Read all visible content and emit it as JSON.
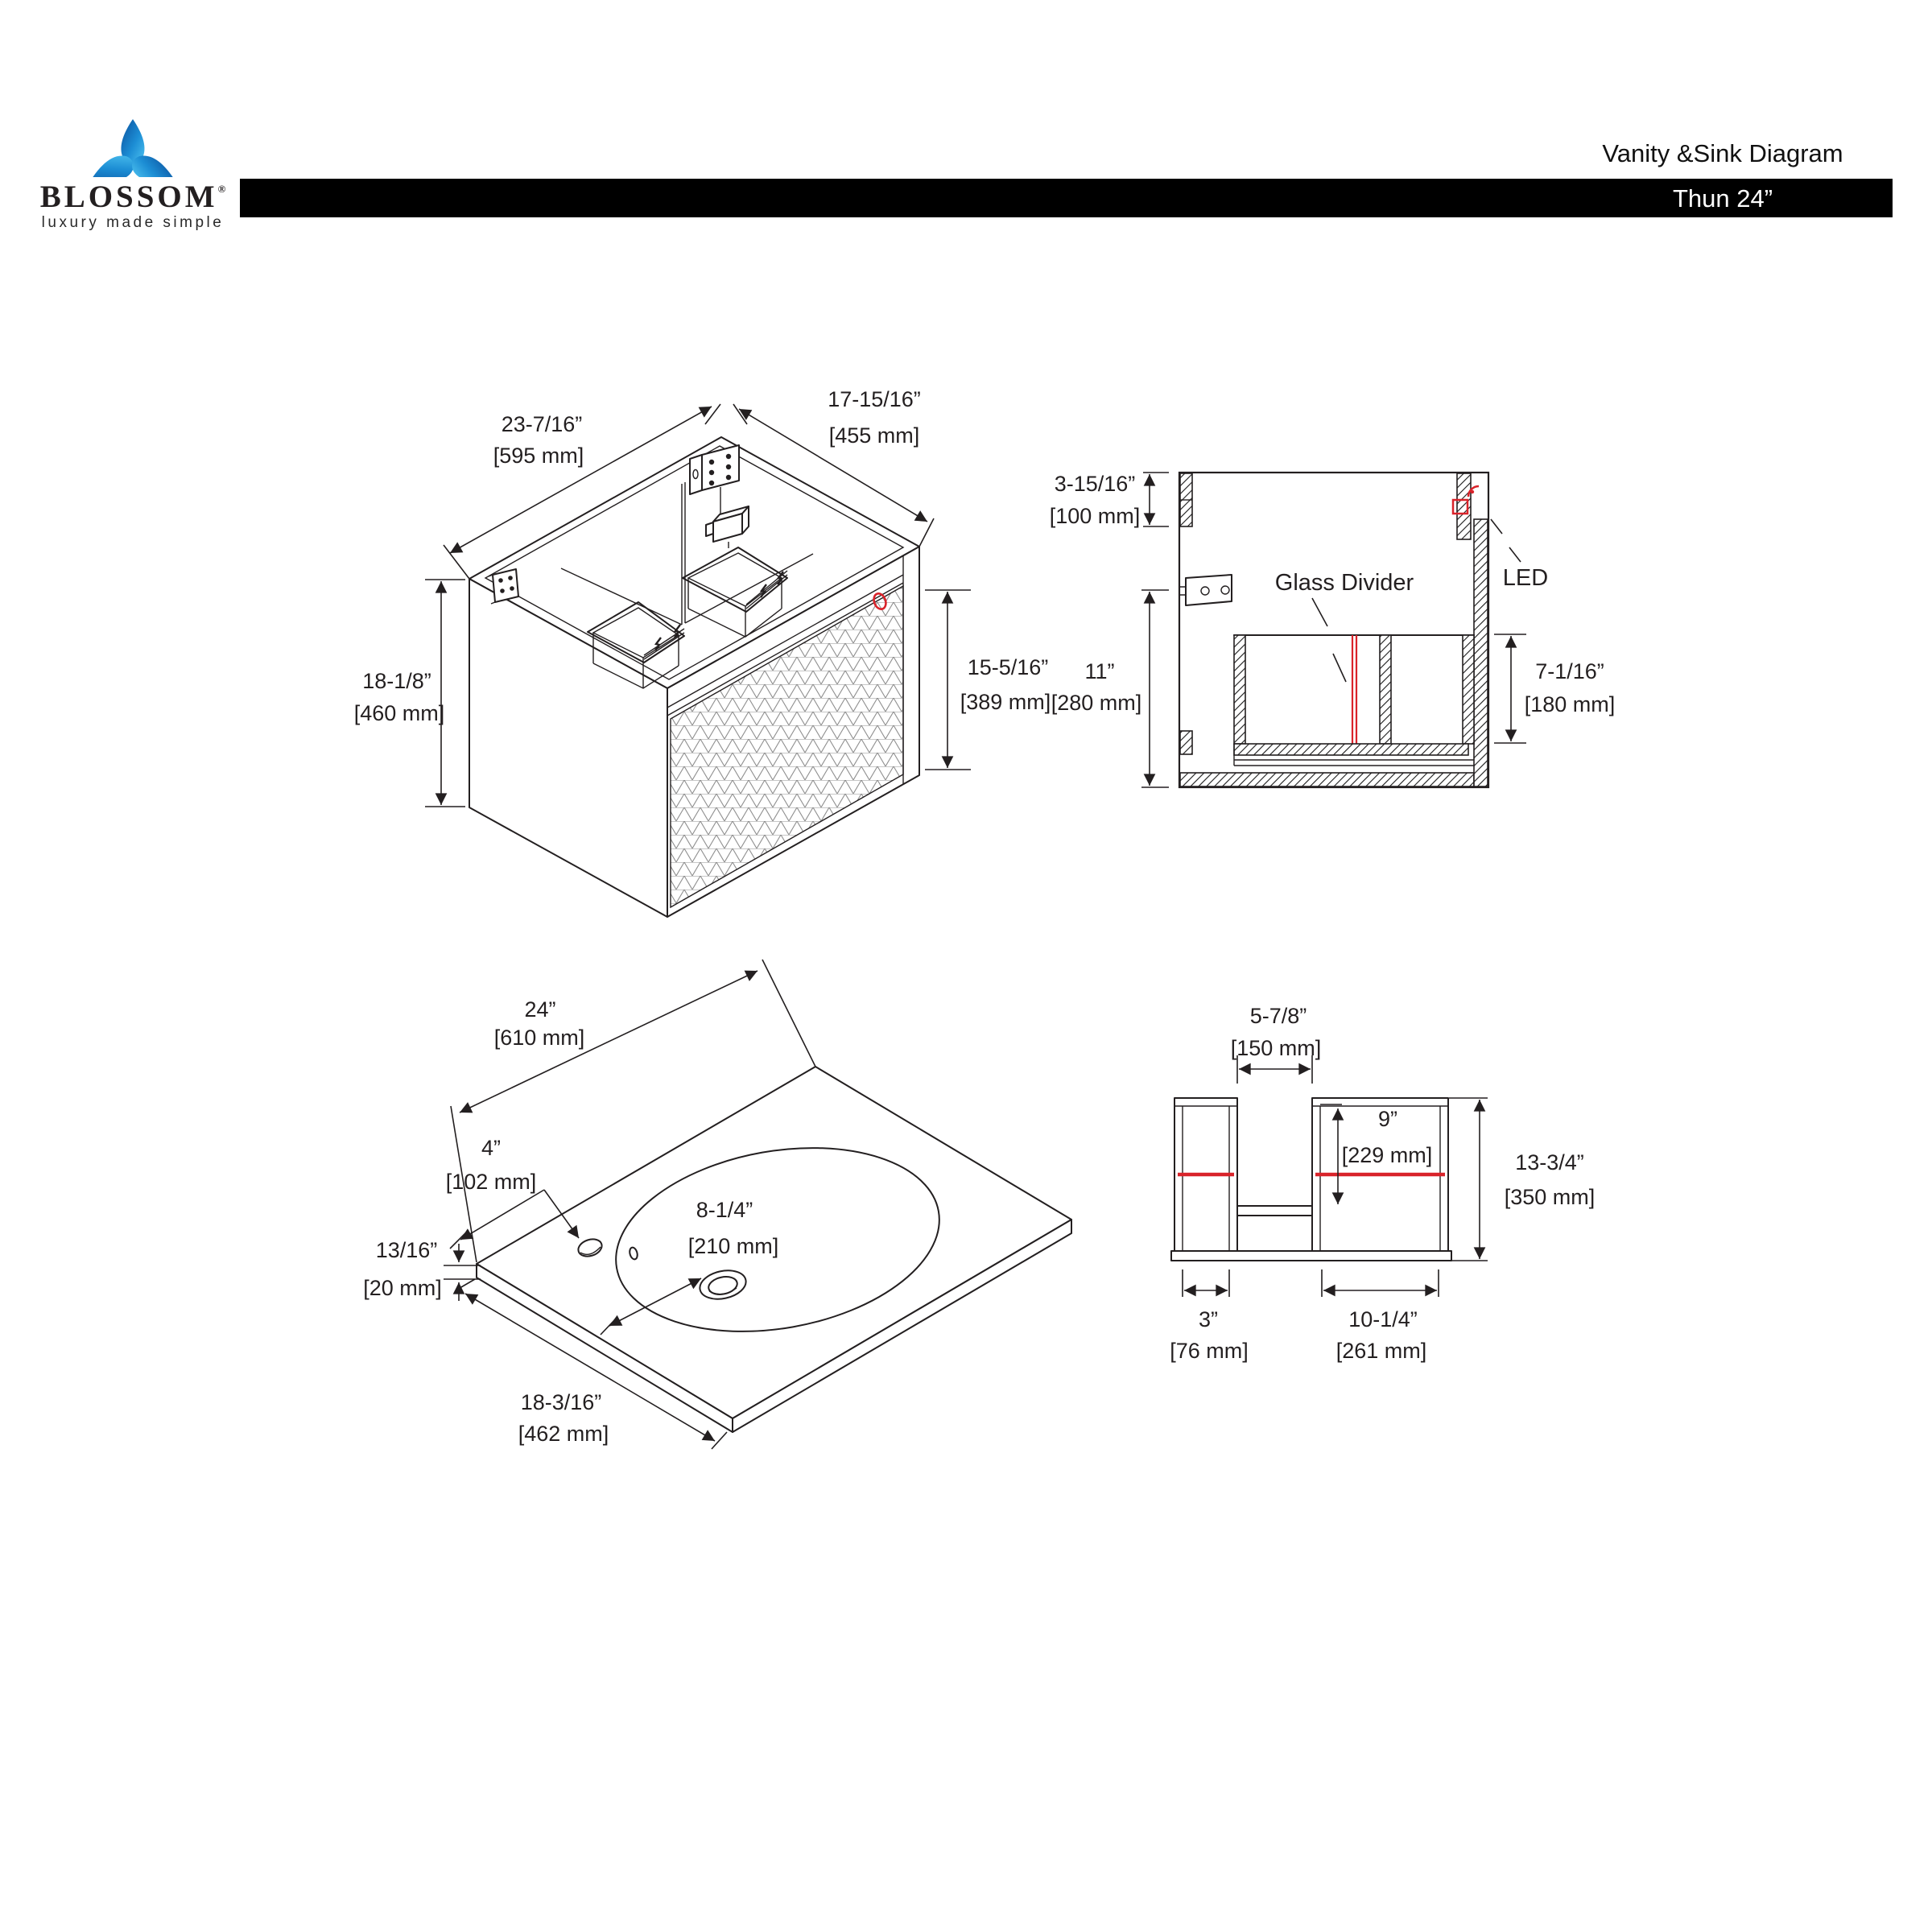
{
  "header": {
    "logo": {
      "name": "BLOSSOM",
      "reg": "®",
      "tagline": "luxury made simple"
    },
    "title": "Vanity &Sink Diagram",
    "model": "Thun 24”"
  },
  "colors": {
    "accent": "#d9232a",
    "bar": "#000000",
    "line": "#231f20",
    "logo_blue": "#1272b9"
  },
  "vanity": {
    "width_in": "23-7/16”",
    "width_mm": "[595 mm]",
    "depth_in": "17-15/16”",
    "depth_mm": "[455 mm]",
    "height_in": "18-1/8”",
    "height_mm": "[460 mm]",
    "drawer_in": "15-5/16”",
    "drawer_mm": "[389 mm]"
  },
  "section": {
    "top_in": "3-15/16”",
    "top_mm": "[100 mm]",
    "height_in": "11”",
    "height_mm": "[280 mm]",
    "inner_in": "7-1/16”",
    "inner_mm": "[180 mm]",
    "glass_divider": "Glass Divider",
    "led": "LED"
  },
  "sink": {
    "width_in": "24”",
    "width_mm": "[610 mm]",
    "faucet_in": "4”",
    "faucet_mm": "[102 mm]",
    "drain_in": "8-1/4”",
    "drain_mm": "[210 mm]",
    "thick_in": "13/16”",
    "thick_mm": "[20 mm]",
    "depth_in": "18-3/16”",
    "depth_mm": "[462 mm]"
  },
  "drawer": {
    "gap_in": "5-7/8”",
    "gap_mm": "[150 mm]",
    "inner_in": "9”",
    "inner_mm": "[229 mm]",
    "height_in": "13-3/4”",
    "height_mm": "[350 mm]",
    "left_in": "3”",
    "left_mm": "[76 mm]",
    "right_in": "10-1/4”",
    "right_mm": "[261 mm]"
  }
}
